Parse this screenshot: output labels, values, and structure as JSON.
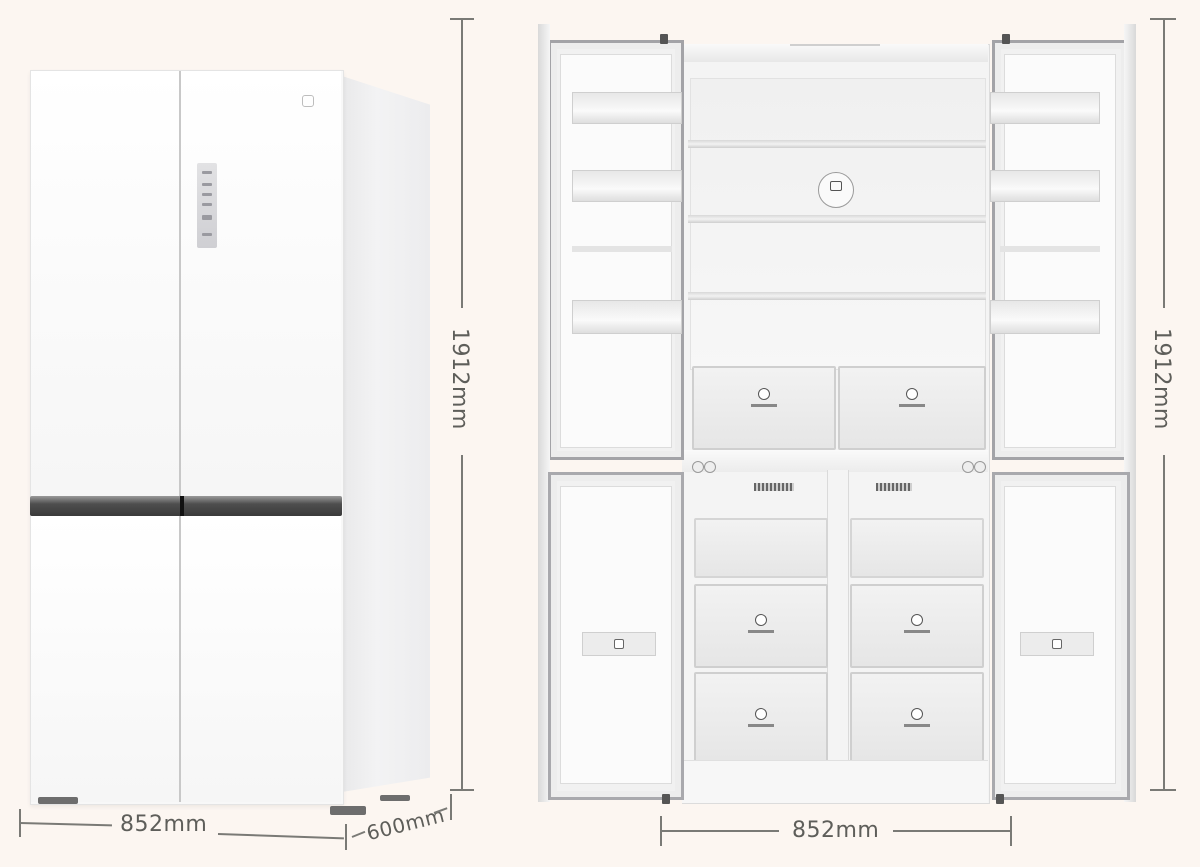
{
  "background_color": "#fcf6f1",
  "product": {
    "type": "four-door cross refrigerator",
    "closed_view": {
      "dimensions": {
        "width": "852mm",
        "depth": "600mm",
        "height": "1912mm"
      }
    },
    "open_view": {
      "dimensions": {
        "width": "852mm",
        "height": "1912mm"
      },
      "compartments": {
        "fresh_food_shelves": 3,
        "crisper_drawers_upper": 2,
        "freezer_drawers": 6,
        "door_bins_per_upper_door": 4
      }
    }
  },
  "colors": {
    "dimension_line": "#7a7a76",
    "dimension_text": "#5e5e5a",
    "fridge_body": "#f8f8f8",
    "handle": "#3a3a3a",
    "door_frame": "#a9a9ad"
  }
}
